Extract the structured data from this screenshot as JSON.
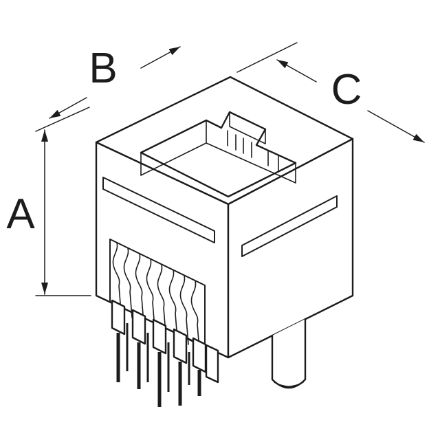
{
  "colors": {
    "line": "#1c1c1c",
    "background": "#ffffff"
  },
  "dimensions": {
    "a": {
      "label": "A"
    },
    "b": {
      "label": "B"
    },
    "c": {
      "label": "C"
    }
  }
}
